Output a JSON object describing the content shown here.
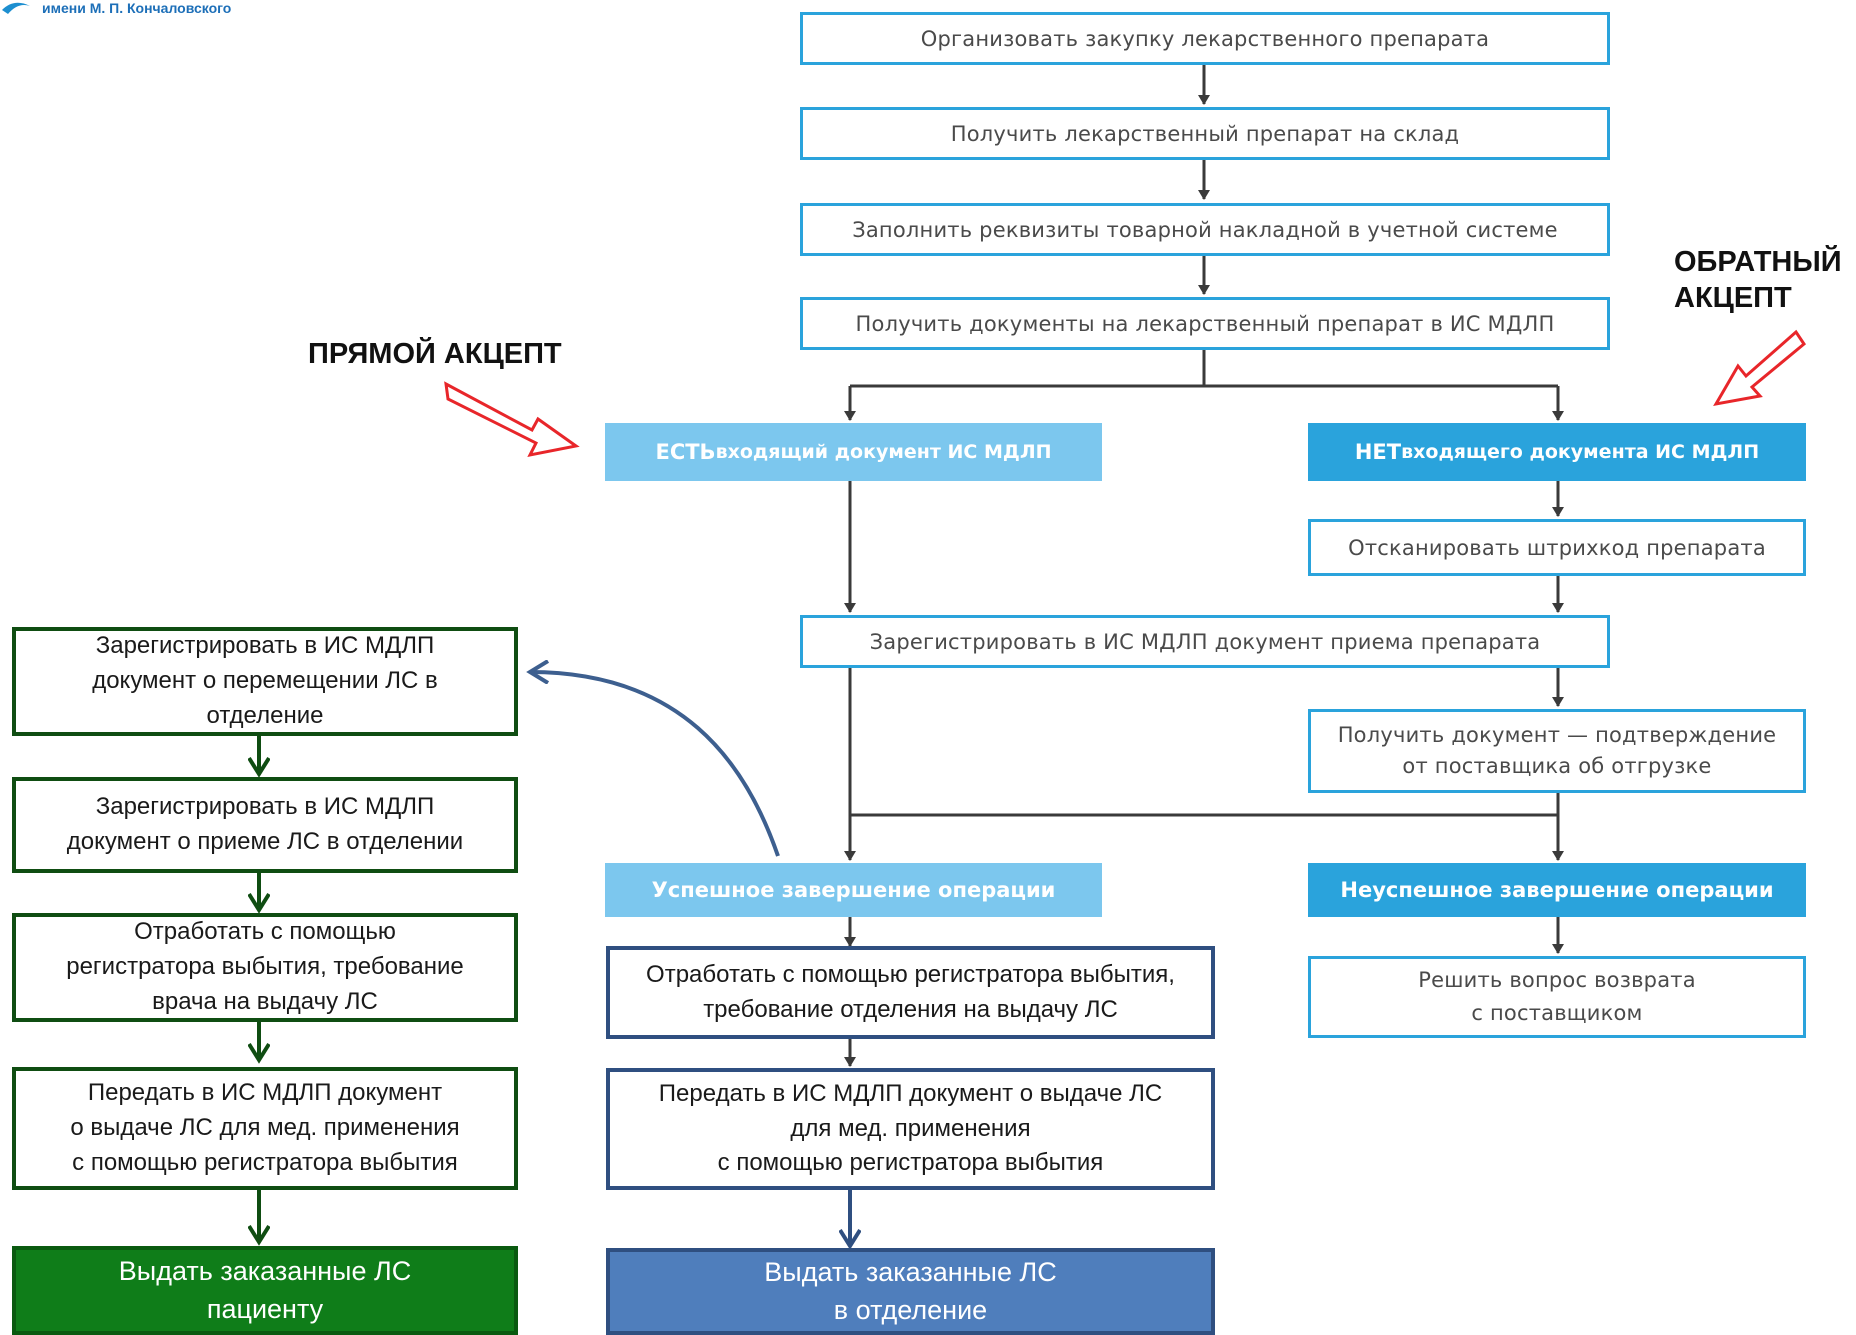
{
  "logo": {
    "caption": "имени М. П. Кончаловского"
  },
  "accents": {
    "direct": "ПРЯМОЙ АКЦЕПТ",
    "reverse": "ОБРАТНЫЙ\nАКЦЕПТ"
  },
  "flow": {
    "step1": "Организовать закупку лекарственного препарата",
    "step2": "Получить лекарственный препарат на склад",
    "step3": "Заполнить реквизиты товарной накладной в учетной системе",
    "step4": "Получить документы на лекарственный препарат в ИС МДЛП",
    "yes_bold": "ЕСТЬ",
    "yes_rest": " входящий документ ИС МДЛП",
    "no_bold": "НЕТ",
    "no_rest": " входящего документа  ИС МДЛП",
    "scan": "Отсканировать штрихкод препарата",
    "register": "Зарегистрировать в ИС МДЛП документ приема препарата",
    "confirm": "Получить документ — подтверждение\nот поставщика об отгрузке",
    "success": "Успешное завершение операции",
    "fail": "Неуспешное завершение операции",
    "return": "Решить вопрос возврата\nс поставщиком"
  },
  "left_chain": {
    "b1": "Зарегистрировать в ИС МДЛП\nдокумент о перемещении ЛС в\nотделение",
    "b2": "Зарегистрировать в ИС МДЛП\nдокумент о приеме ЛС в отделении",
    "b3": "Отработать с помощью\nрегистратора выбытия, требование\nврача на выдачу ЛС",
    "b4": "Передать в ИС МДЛП документ\nо выдаче ЛС  для мед. применения\nс помощью регистратора выбытия",
    "b5": "Выдать заказанные ЛС\nпациенту"
  },
  "mid_chain": {
    "b1": "Отработать с помощью регистратора выбытия,\nтребование отделения на выдачу ЛС",
    "b2": "Передать в ИС МДЛП документ  о выдаче ЛС\nдля мед. применения\nс помощью регистратора выбытия",
    "b3": "Выдать заказанные ЛС\nв отделение"
  },
  "colors": {
    "flow_blue": "#2aa3dc",
    "green": "#0f7d19",
    "navy": "#2f4f80",
    "steel_blue": "#4f7ebc",
    "red": "#e8262a"
  }
}
